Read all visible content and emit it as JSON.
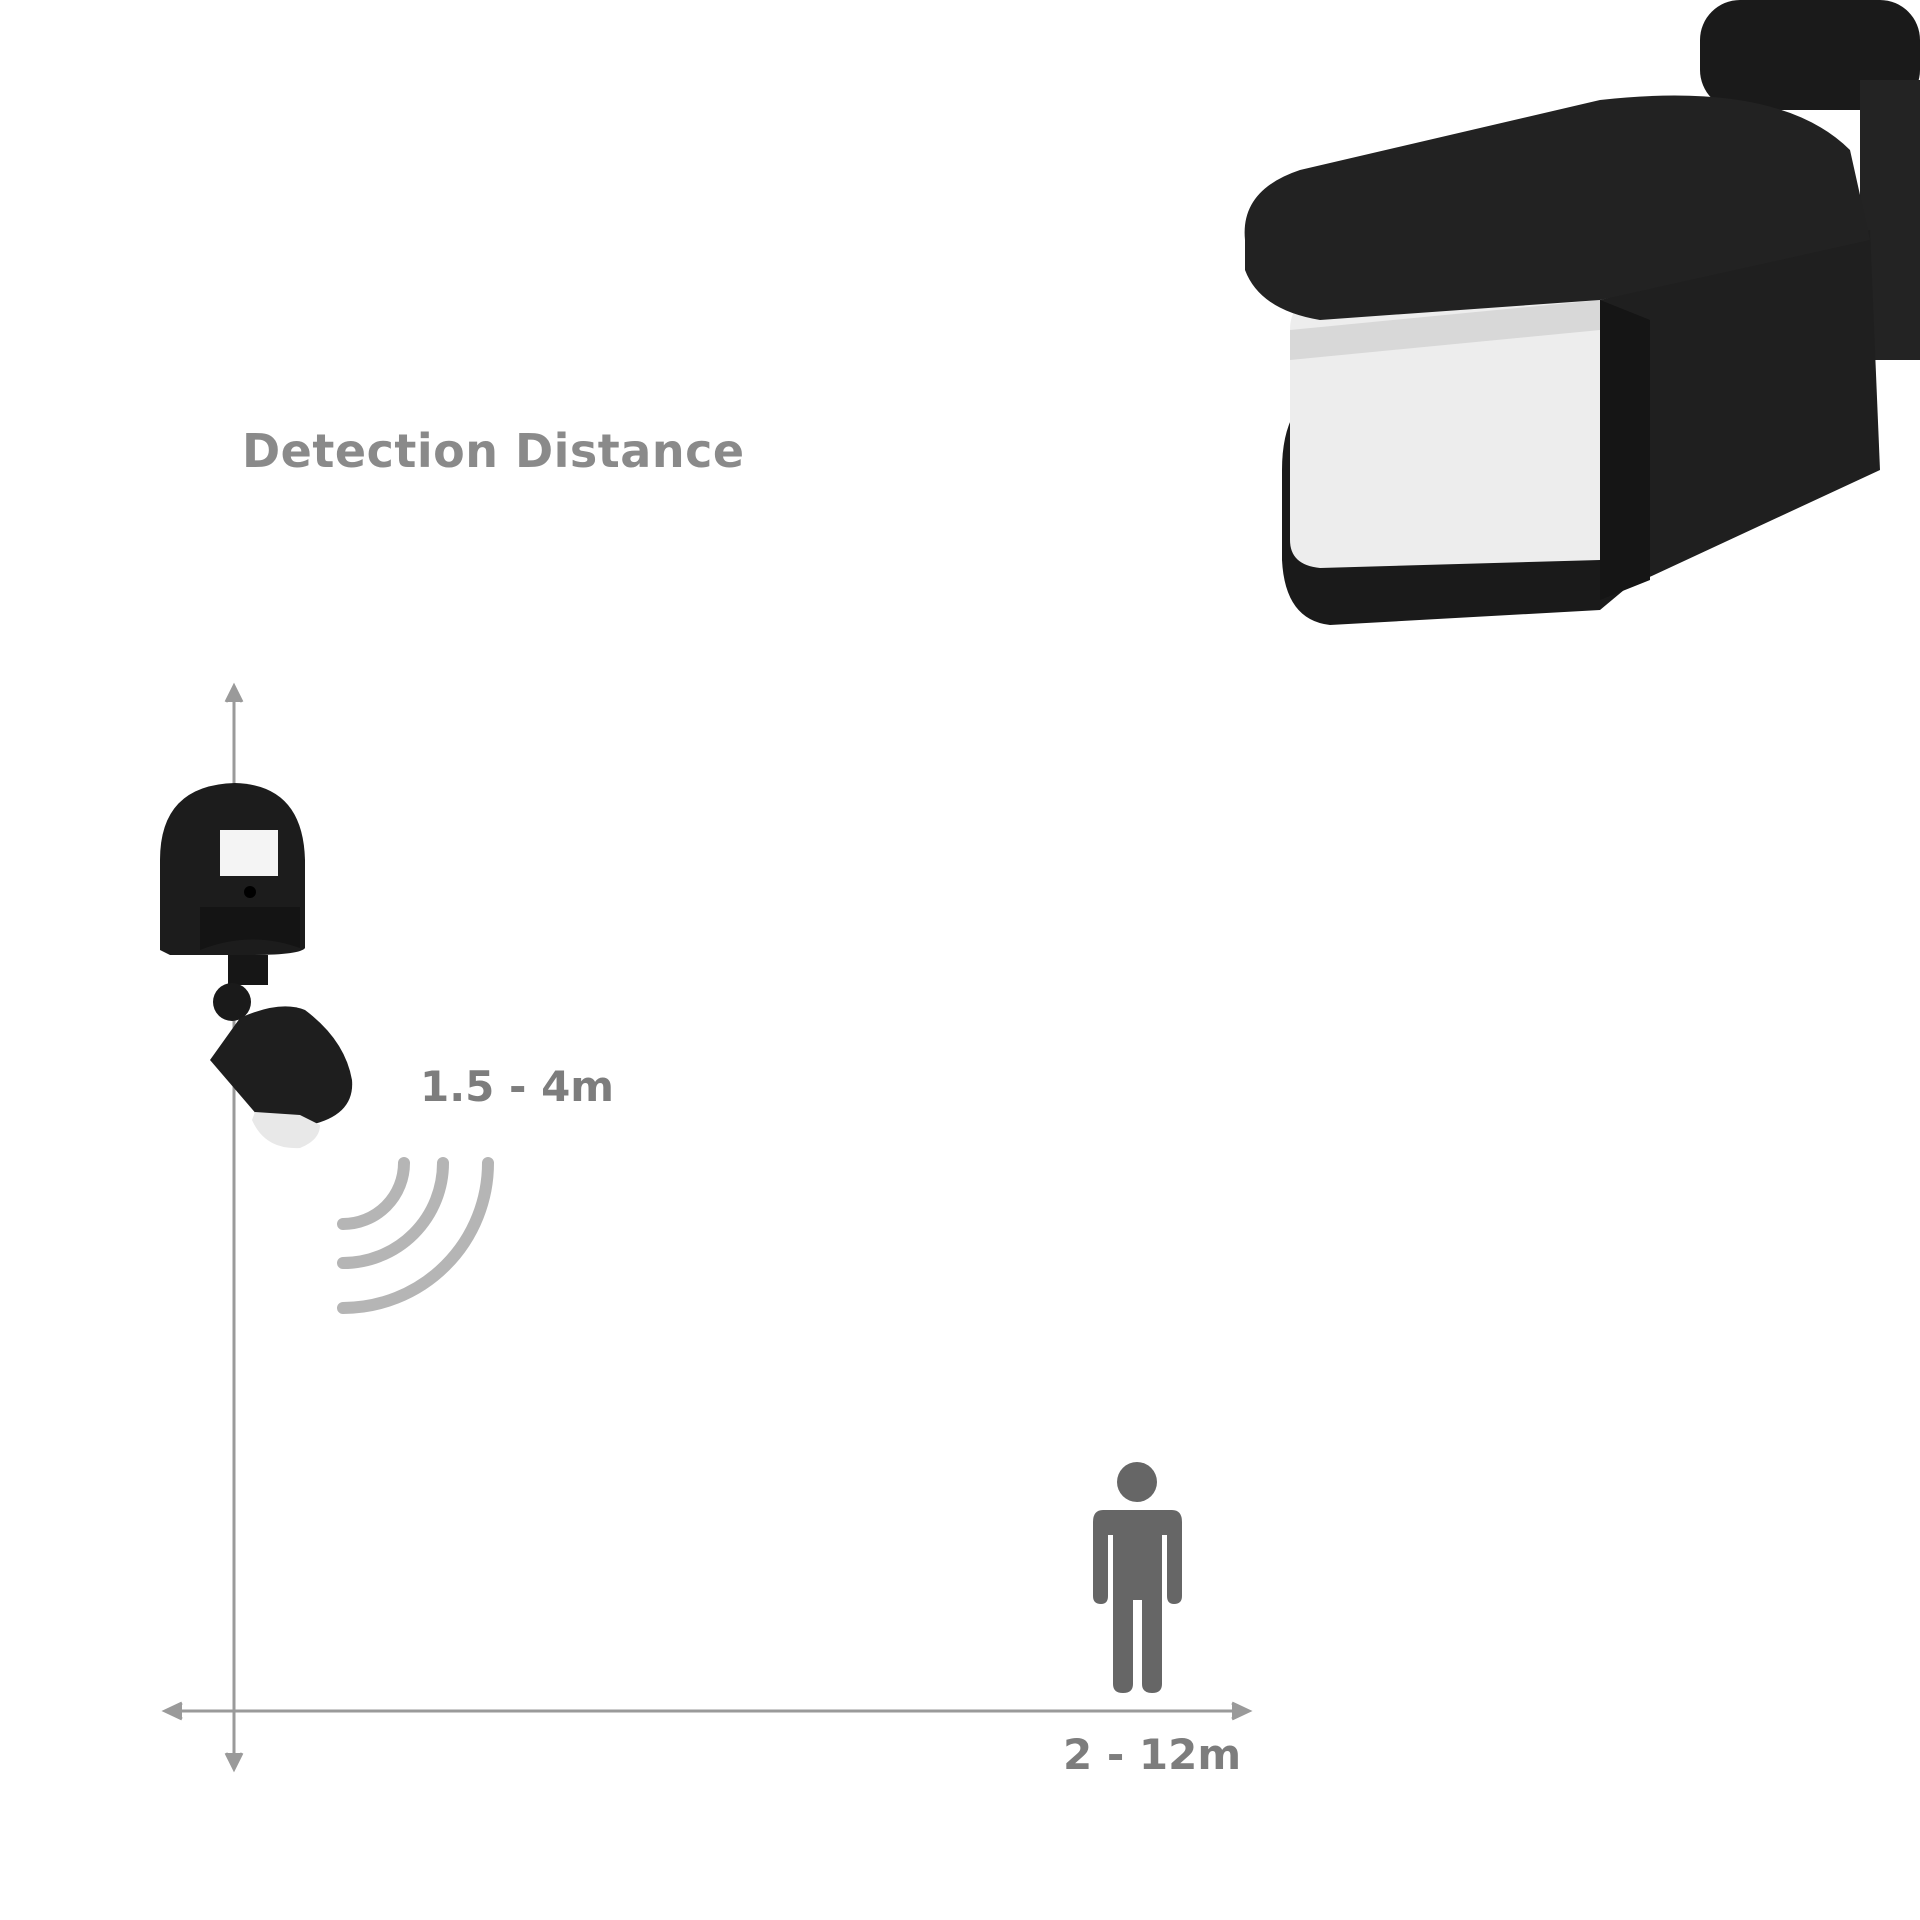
{
  "title": "Detection Distance",
  "vertical_range_label": "1.5 - 4m",
  "horizontal_range_label": "2 - 12m",
  "colors": {
    "text": "#8a8a8a",
    "axis": "#9a9a9a",
    "waves": "#b5b5b5",
    "person": "#666666",
    "sensor": "#1c1c1c"
  },
  "icons": [
    "motion-sensor-product-photo",
    "motion-sensor-wall-mount",
    "signal-waves-icon",
    "person-icon"
  ]
}
